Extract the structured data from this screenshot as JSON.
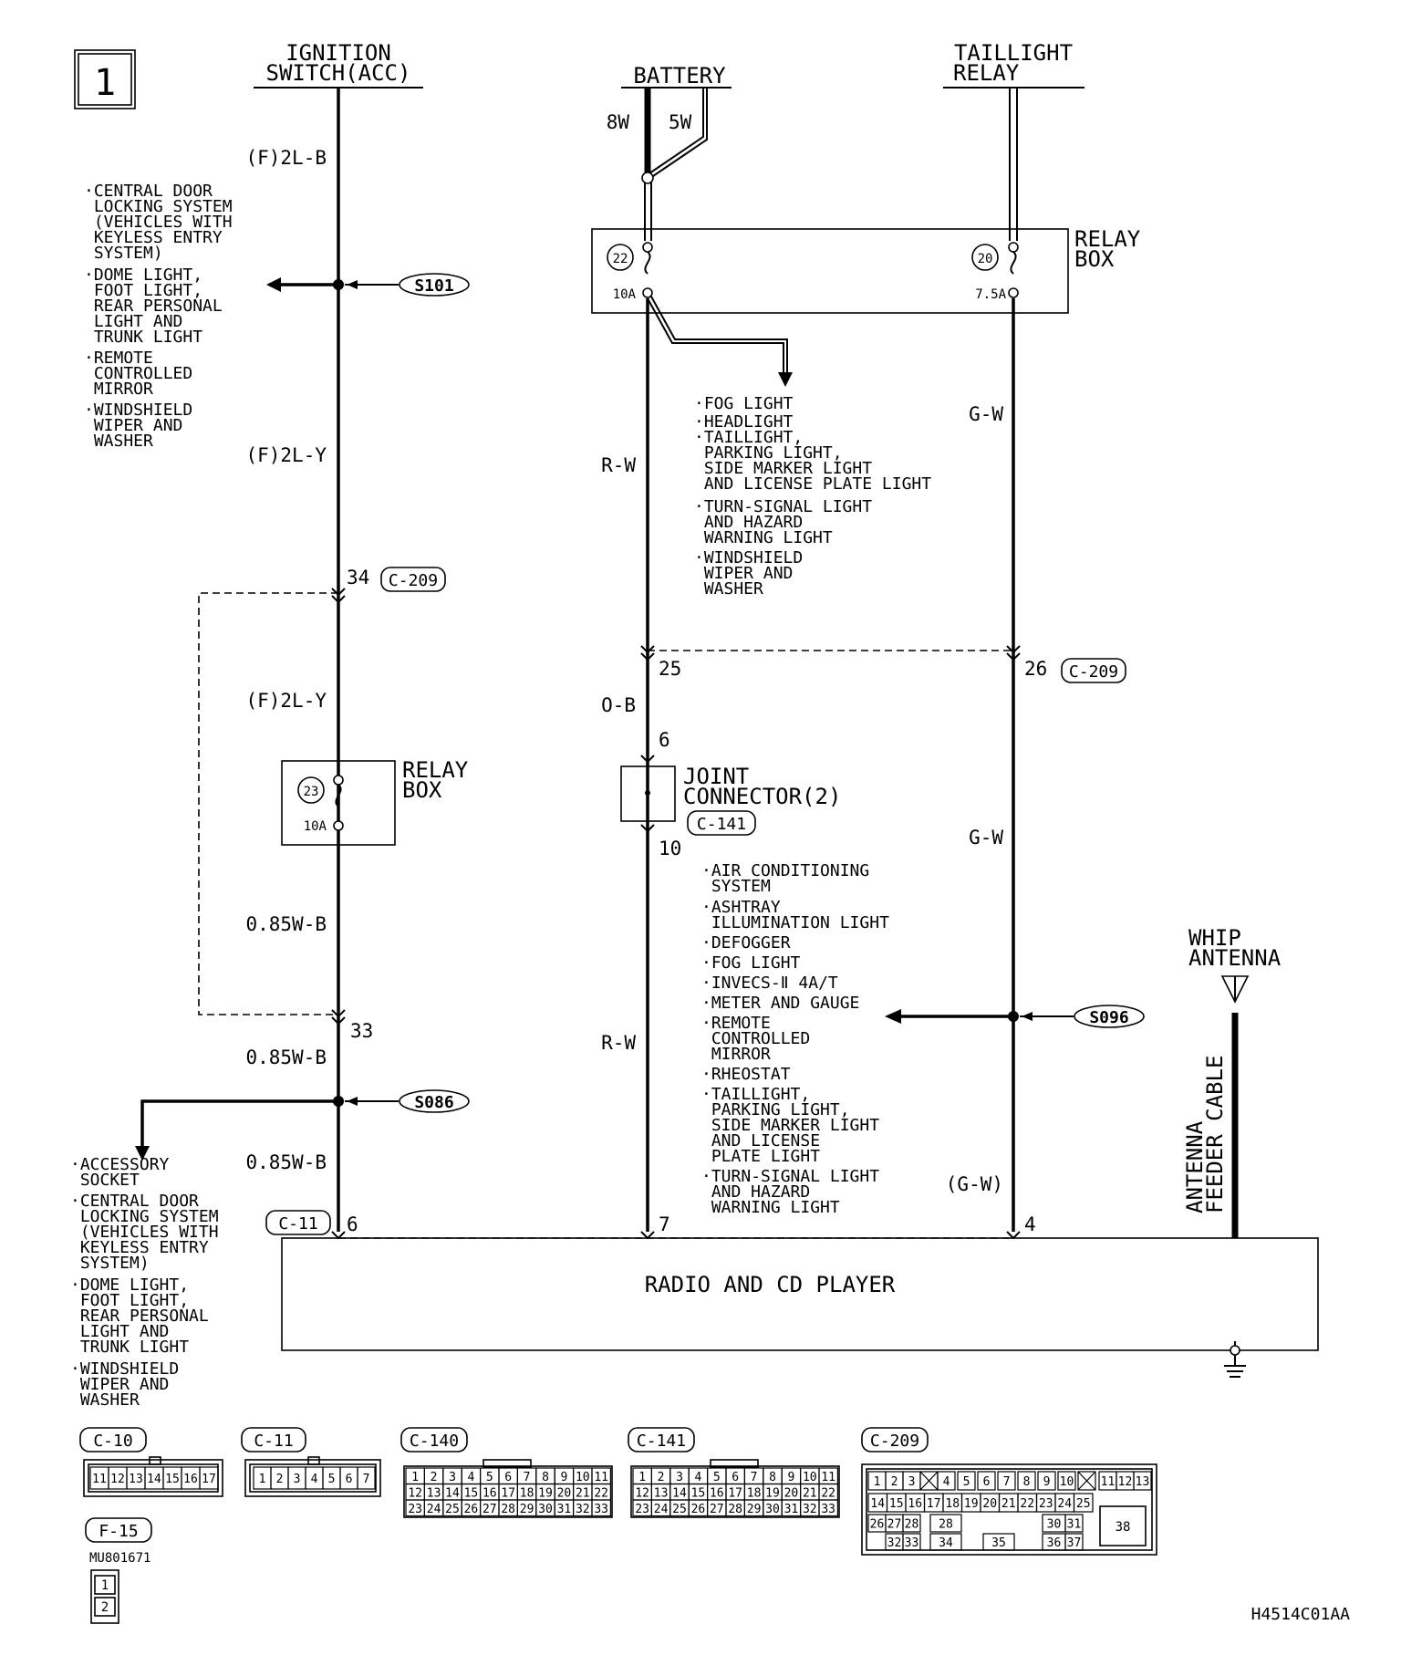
{
  "page_number": "1",
  "sources": {
    "ignition": [
      "IGNITION",
      "SWITCH(ACC)"
    ],
    "battery": "BATTERY",
    "taillight": [
      "TAILLIGHT",
      "RELAY"
    ]
  },
  "wires": {
    "w1": "(F)2L-B",
    "w2": "(F)2L-Y",
    "w3": "(F)2L-Y",
    "w4": "0.85W-B",
    "w5": "0.85W-B",
    "w6": "0.85W-B",
    "battery_a": "8W",
    "battery_b": "5W",
    "rw_upper": "R-W",
    "ob": "O-B",
    "rw_lower": "R-W",
    "gw_upper": "G-W",
    "gw_mid": "G-W",
    "gw_lower": "(G-W)"
  },
  "splices": {
    "s101": "S101",
    "s086": "S086",
    "s096": "S096"
  },
  "relay_box": {
    "label": [
      "RELAY",
      "BOX"
    ],
    "fuse22": "22",
    "fuse22_rating": "10A",
    "fuse20": "20",
    "fuse20_rating": "7.5A",
    "fuse23": "23",
    "fuse23_rating": "10A"
  },
  "connectors": {
    "c209": "C-209",
    "c141": "C-141",
    "c11": "C-11",
    "pin34": "34",
    "pin33": "33",
    "pin25": "25",
    "pin26": "26",
    "pin6_jc": "6",
    "pin10": "10",
    "pin6": "6",
    "pin7": "7",
    "pin4": "4"
  },
  "joint_connector": [
    "JOINT",
    "CONNECTOR(2)"
  ],
  "lists": {
    "s101": [
      "·CENTRAL DOOR",
      " LOCKING SYSTEM",
      " (VEHICLES WITH",
      "  KEYLESS ENTRY",
      "  SYSTEM)",
      "·DOME LIGHT,",
      " FOOT LIGHT,",
      " REAR PERSONAL",
      " LIGHT AND",
      " TRUNK LIGHT",
      "·REMOTE",
      " CONTROLLED",
      " MIRROR",
      "·WINDSHIELD",
      " WIPER AND",
      " WASHER"
    ],
    "fuse22": [
      "·FOG LIGHT",
      "·HEADLIGHT",
      "·TAILLIGHT,",
      " PARKING LIGHT,",
      " SIDE MARKER LIGHT",
      " AND LICENSE PLATE LIGHT",
      "·TURN-SIGNAL LIGHT",
      " AND HAZARD",
      " WARNING LIGHT",
      "·WINDSHIELD",
      " WIPER AND",
      " WASHER"
    ],
    "s096": [
      "·AIR CONDITIONING",
      " SYSTEM",
      "·ASHTRAY",
      " ILLUMINATION LIGHT",
      "·DEFOGGER",
      "·FOG LIGHT",
      "·INVECS-Ⅱ 4A/T",
      "·METER AND GAUGE",
      "·REMOTE",
      " CONTROLLED",
      " MIRROR",
      "·RHEOSTAT",
      "·TAILLIGHT,",
      " PARKING LIGHT,",
      " SIDE MARKER LIGHT",
      " AND LICENSE",
      " PLATE LIGHT",
      "·TURN-SIGNAL LIGHT",
      " AND HAZARD",
      " WARNING LIGHT"
    ],
    "s086": [
      "·ACCESSORY",
      " SOCKET",
      "·CENTRAL DOOR",
      " LOCKING SYSTEM",
      " (VEHICLES WITH",
      "  KEYLESS ENTRY",
      "  SYSTEM)",
      "·DOME LIGHT,",
      " FOOT LIGHT,",
      " REAR PERSONAL",
      " LIGHT AND",
      " TRUNK LIGHT",
      "·WINDSHIELD",
      " WIPER AND",
      " WASHER"
    ]
  },
  "antenna": {
    "label": [
      "WHIP",
      "ANTENNA"
    ],
    "cable": [
      "ANTENNA",
      "FEEDER CABLE"
    ]
  },
  "radio_label": "RADIO AND CD PLAYER",
  "legend": {
    "c10": "C-10",
    "c10_pins": [
      "11",
      "12",
      "13",
      "14",
      "15",
      "16",
      "17"
    ],
    "c11": "C-11",
    "c11_pins": [
      "1",
      "2",
      "3",
      "4",
      "5",
      "6",
      "7"
    ],
    "c140": "C-140",
    "c141": "C-141",
    "c140_rows": [
      [
        "1",
        "2",
        "3",
        "4",
        "5",
        "6",
        "7",
        "8",
        "9",
        "10",
        "11"
      ],
      [
        "12",
        "13",
        "14",
        "15",
        "16",
        "17",
        "18",
        "19",
        "20",
        "21",
        "22"
      ],
      [
        "23",
        "24",
        "25",
        "26",
        "27",
        "28",
        "29",
        "30",
        "31",
        "32",
        "33"
      ]
    ],
    "c209": "C-209",
    "c209_row1": [
      "1",
      "2",
      "3",
      "4",
      "5",
      "6",
      "7",
      "8",
      "9",
      "10",
      "11",
      "12",
      "13"
    ],
    "c209_row2": [
      "14",
      "15",
      "16",
      "17",
      "18",
      "19",
      "20",
      "21",
      "22",
      "23",
      "24",
      "25"
    ],
    "c209_row3": [
      "26",
      "27",
      "28",
      "28",
      "30",
      "31"
    ],
    "c209_row4": [
      "32",
      "33",
      "34",
      "35",
      "36",
      "37"
    ],
    "c209_big": "38",
    "f15": "F-15",
    "f15_part": "MU801671",
    "f15_pins": [
      "1",
      "2"
    ]
  },
  "figure_code": "H4514C01AA"
}
